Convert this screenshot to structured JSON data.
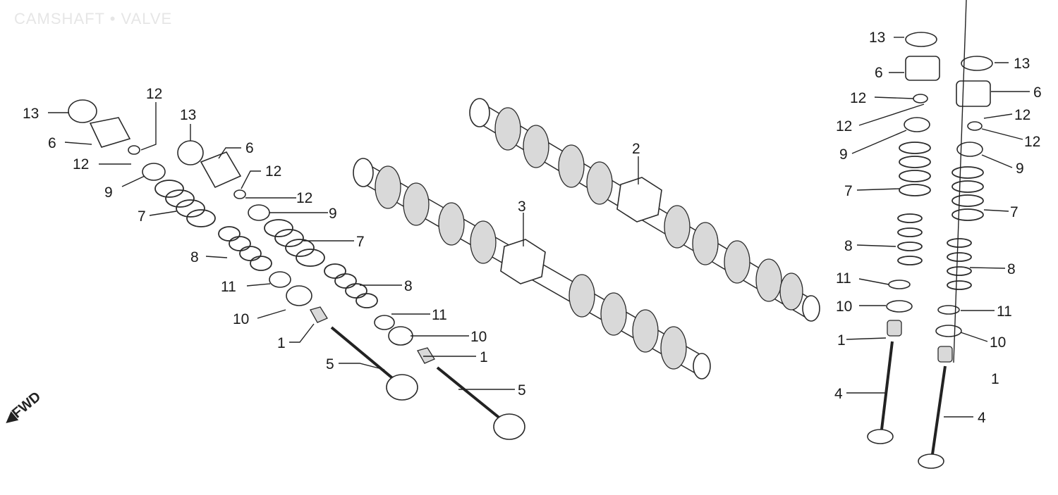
{
  "diagram": {
    "title": "CAMSHAFT • VALVE",
    "direction_label": "FWD",
    "callouts": [
      "13",
      "6",
      "12",
      "12",
      "9",
      "7",
      "8",
      "11",
      "10",
      "1",
      "5",
      "13",
      "6",
      "12",
      "12",
      "9",
      "7",
      "8",
      "11",
      "10",
      "1",
      "5",
      "2",
      "3",
      "13",
      "6",
      "12",
      "12",
      "9",
      "7",
      "8",
      "11",
      "10",
      "1",
      "4",
      "13",
      "6",
      "12",
      "12",
      "9",
      "7",
      "8",
      "11",
      "10",
      "1",
      "4"
    ]
  },
  "colors": {
    "ink": "#1a1a1a",
    "paper": "#ffffff",
    "title": "#e6e6e6"
  }
}
